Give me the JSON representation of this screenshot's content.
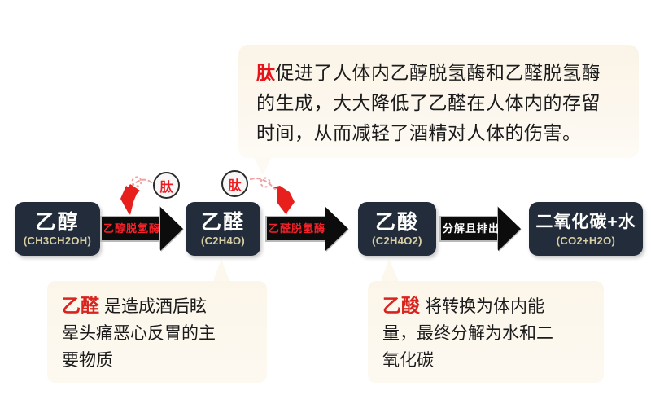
{
  "page": {
    "background": "#ffffff",
    "accent_red": "#e8121a",
    "node_bg": "#232c3b",
    "formula_color": "#d9cfa4",
    "callout_bg": "#fbf5e9"
  },
  "top_callout": {
    "name": "peptide-benefit-callout",
    "highlight": "肽",
    "lines": [
      "促进了人体内乙醇脱氢酶和乙醛脱氢酶",
      "的生成，大大降低了乙醛在人体内的存留",
      "时间，从而减轻了酒精对人体的伤害。"
    ]
  },
  "flow": {
    "nodes": [
      {
        "cn": "乙醇",
        "formula": "(CH3CH2OH)"
      },
      {
        "cn": "乙醛",
        "formula": "(C2H4O)"
      },
      {
        "cn": "乙酸",
        "formula": "(C2H4O2)"
      },
      {
        "cn": "二氧化碳+水",
        "formula": "(CO2+H2O)"
      }
    ],
    "arrows": [
      {
        "label": "乙醇脱氢酶",
        "label_color": "#f2222a"
      },
      {
        "label": "乙醛脱氢酶",
        "label_color": "#f2222a"
      },
      {
        "label": "分解且排出",
        "label_color": "#ffffff"
      }
    ]
  },
  "peptide_badges": [
    {
      "label": "肽"
    },
    {
      "label": "肽"
    }
  ],
  "bottom_left_callout": {
    "highlight": "乙醛",
    "lines": [
      "是造成酒后眩",
      "晕头痛恶心反胃的主",
      "要物质"
    ]
  },
  "bottom_right_callout": {
    "highlight": "乙酸",
    "lines": [
      "将转换为体内能",
      "量，最终分解为水和二",
      "氧化碳"
    ]
  }
}
